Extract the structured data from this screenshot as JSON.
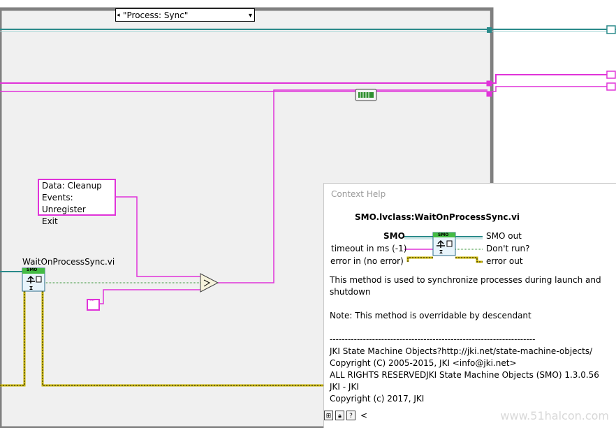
{
  "case_selector": {
    "label": "\"Process: Sync\"",
    "arrow_left": "◂",
    "arrow_right": "▾"
  },
  "string_constant": {
    "lines": [
      "Data: Cleanup",
      "Events: Unregister",
      "Exit"
    ]
  },
  "vi_node": {
    "label": "WaitOnProcessSync.vi",
    "banner": "SMO"
  },
  "empty_string_constant": "\"\"",
  "context_help": {
    "title": "Context Help",
    "vi_name": "SMO.lvclass:WaitOnProcessSync.vi",
    "terminals": {
      "in_1": "SMO",
      "in_2": "timeout in ms (-1)",
      "in_3": "error in (no error)",
      "out_1": "SMO out",
      "out_2": "Don't run?",
      "out_3": "error out"
    },
    "description": "This method is used to synchronize processes during launch and shutdown",
    "note": "Note: This method is overridable by descendant",
    "separator": "--------------------------------------------------------------------",
    "info_lines": [
      "JKI State Machine Objects?http://jki.net/state-machine-objects/",
      "Copyright (C) 2005-2015, JKI  <info@jki.net>",
      "ALL RIGHTS RESERVEDJKI State Machine Objects (SMO) 1.3.0.56",
      "JKI - JKI",
      "Copyright (c) 2017, JKI"
    ],
    "toolbar": {
      "show_optional_icon": "show-optional-terminals-icon",
      "lock_icon": "lock-icon",
      "help_icon": "detailed-help-icon",
      "collapse": "<"
    }
  },
  "watermark": "www.51halcon.com",
  "colors": {
    "wire_pink": "#e033d9",
    "wire_teal": "#2a8a8a",
    "wire_yellow": "#c8b400",
    "wire_green": "#2f8f2f",
    "frame_gray": "#808080"
  }
}
